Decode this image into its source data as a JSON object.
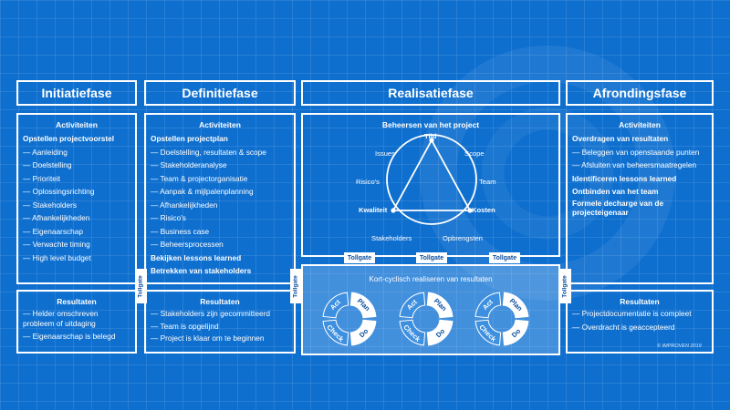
{
  "phases": {
    "initiatie": {
      "title": "Initiatiefase",
      "activities_heading": "Activiteiten",
      "activities": [
        {
          "text": "Opstellen projectvoorstel",
          "style": "bold"
        },
        {
          "text": "Aanleiding",
          "style": "dash"
        },
        {
          "text": "Doelstelling",
          "style": "dash"
        },
        {
          "text": "Prioriteit",
          "style": "dash"
        },
        {
          "text": "Oplossingsrichting",
          "style": "dash"
        },
        {
          "text": "Stakeholders",
          "style": "dash"
        },
        {
          "text": "Afhankelijkheden",
          "style": "dash"
        },
        {
          "text": "Eigenaarschap",
          "style": "dash"
        },
        {
          "text": "Verwachte timing",
          "style": "dash"
        },
        {
          "text": "High level budget",
          "style": "dash"
        }
      ],
      "results_heading": "Resultaten",
      "results": [
        "Helder omschreven probleem of uitdaging",
        "Eigenaarschap is belegd"
      ]
    },
    "definitie": {
      "title": "Definitiefase",
      "activities_heading": "Activiteiten",
      "activities": [
        {
          "text": "Opstellen projectplan",
          "style": "bold"
        },
        {
          "text": "Doelstelling, resultaten & scope",
          "style": "dash"
        },
        {
          "text": "Stakeholderanalyse",
          "style": "dash"
        },
        {
          "text": "Team & projectorganisatie",
          "style": "dash"
        },
        {
          "text": "Aanpak & mijlpalenplanning",
          "style": "dash"
        },
        {
          "text": "Afhankelijkheden",
          "style": "dash"
        },
        {
          "text": "Risico's",
          "style": "dash"
        },
        {
          "text": "Business case",
          "style": "dash"
        },
        {
          "text": "Beheersprocessen",
          "style": "dash"
        },
        {
          "text": "Bekijken lessons learned",
          "style": "bold"
        },
        {
          "text": "Betrekken van stakeholders",
          "style": "bold"
        }
      ],
      "results_heading": "Resultaten",
      "results": [
        "Stakeholders zijn gecommitteerd",
        "Team is opgelijnd",
        "Project is klaar om te beginnen"
      ]
    },
    "realisatie": {
      "title": "Realisatiefase",
      "manage_heading": "Beheersen van het project",
      "triangle_labels": {
        "tijd": "Tijd",
        "scope": "Scope",
        "team": "Team",
        "kosten": "Kosten",
        "opbrengsten": "Opbrengsten",
        "stakeholders": "Stakeholders",
        "kwaliteit": "Kwaliteit",
        "risicos": "Risico's",
        "issues": "Issues"
      },
      "cycle_heading": "Kort-cyclisch realiseren van resultaten",
      "pdca": {
        "plan": "Plan",
        "do": "Do",
        "check": "Check",
        "act": "Act"
      }
    },
    "afronding": {
      "title": "Afrondingsfase",
      "activities_heading": "Activiteiten",
      "activities": [
        {
          "text": "Overdragen van resultaten",
          "style": "bold"
        },
        {
          "text": "Beleggen van openstaande punten",
          "style": "dash"
        },
        {
          "text": "Afsluiten van beheersmaatregelen",
          "style": "dash"
        },
        {
          "text": "Identificeren lessons learned",
          "style": "bold"
        },
        {
          "text": "Ontbinden van het team",
          "style": "bold"
        },
        {
          "text": "Formele decharge van de projecteigenaar",
          "style": "bold"
        }
      ],
      "results_heading": "Resultaten",
      "results": [
        "Projectdocumentatie is compleet",
        "Overdracht is geaccepteerd"
      ]
    }
  },
  "tollgate_label": "Tollgate",
  "copyright": "© IMPROVEN 2019",
  "colors": {
    "background": "#0e6fcf",
    "line": "#ffffff",
    "pdca_dark": "#3d8fe0",
    "pdca_light": "#ffffff",
    "tollgate_text": "#0b4fa0"
  }
}
